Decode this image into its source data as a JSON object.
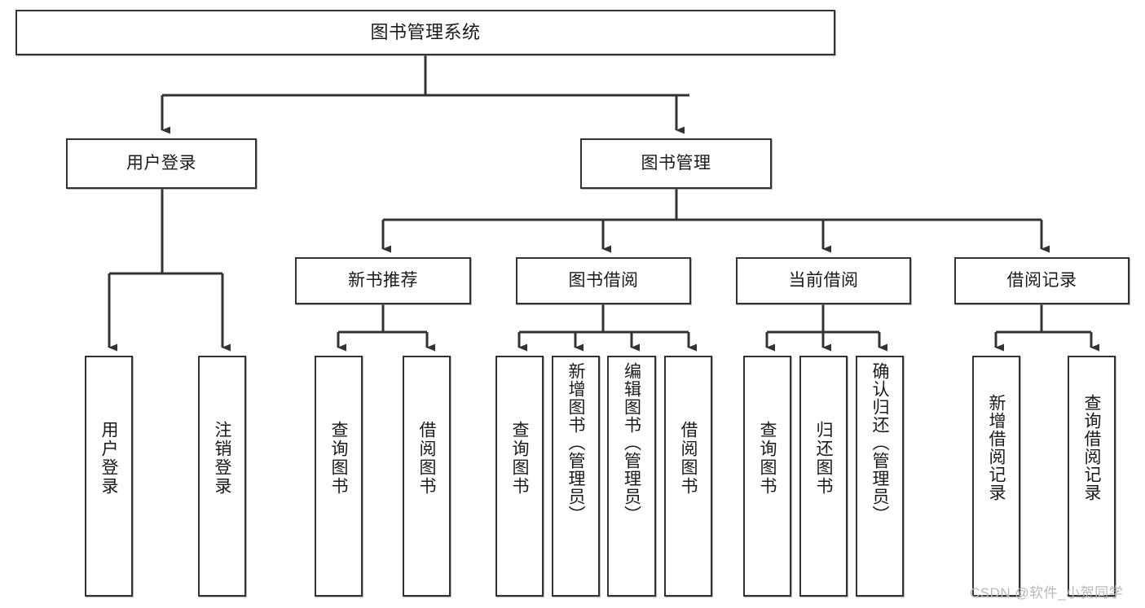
{
  "diagram": {
    "title": "图书管理系统",
    "type": "hierarchy-tree",
    "watermark": "CSDN @软件_小贺同学",
    "colors": {
      "box_border": "#333333",
      "box_fill": "#ffffff",
      "edge": "#333333",
      "text": "#1a1a1a",
      "watermark": "#b9b9b9"
    },
    "nodes": {
      "root": {
        "label": "图书管理系统"
      },
      "level2": [
        {
          "id": "user-login",
          "label": "用户登录"
        },
        {
          "id": "book-manage",
          "label": "图书管理"
        }
      ],
      "level3": [
        {
          "id": "new-book-recommend",
          "label": "新书推荐"
        },
        {
          "id": "book-borrow",
          "label": "图书借阅"
        },
        {
          "id": "current-borrow",
          "label": "当前借阅"
        },
        {
          "id": "borrow-record",
          "label": "借阅记录"
        }
      ],
      "leaves": {
        "user_login": [
          {
            "id": "leaf-user-login",
            "label": "用户登录"
          },
          {
            "id": "leaf-logout-login",
            "label": "注销登录"
          }
        ],
        "new_book_recommend": [
          {
            "id": "leaf-query-book-1",
            "label": "查询图书"
          },
          {
            "id": "leaf-borrow-book-1",
            "label": "借阅图书"
          }
        ],
        "book_borrow": [
          {
            "id": "leaf-query-book-2",
            "label": "查询图书"
          },
          {
            "id": "leaf-add-book",
            "label": "新增图书（管理员）"
          },
          {
            "id": "leaf-edit-book",
            "label": "编辑图书（管理员）"
          },
          {
            "id": "leaf-borrow-book-2",
            "label": "借阅图书"
          }
        ],
        "current_borrow": [
          {
            "id": "leaf-query-book-3",
            "label": "查询图书"
          },
          {
            "id": "leaf-return-book",
            "label": "归还图书"
          },
          {
            "id": "leaf-confirm-return",
            "label": "确认归还（管理员）"
          }
        ],
        "borrow_record": [
          {
            "id": "leaf-add-borrow-record",
            "label": "新增借阅记录"
          },
          {
            "id": "leaf-query-borrow-record",
            "label": "查询借阅记录"
          }
        ]
      }
    }
  }
}
